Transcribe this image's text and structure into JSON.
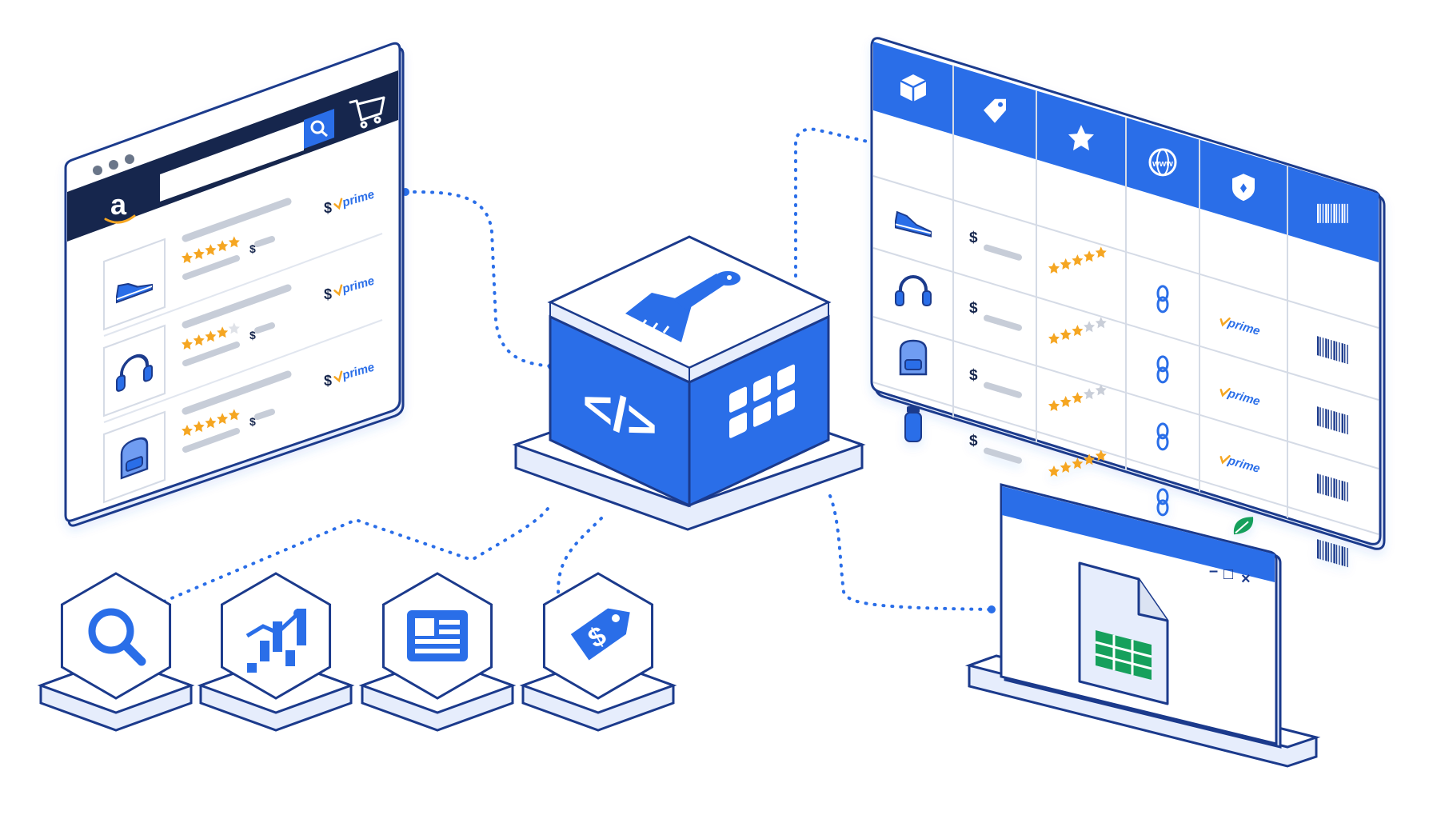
{
  "colors": {
    "primary": "#2a6ee8",
    "navy": "#15254d",
    "outline": "#1b3a8c",
    "light": "#e6edfc",
    "star": "#f5a623",
    "star_off": "#c9ced8",
    "placeholder": "#c7cdd8",
    "green": "#16a05c"
  },
  "browser": {
    "logo_text": "a",
    "icons": [
      "search-icon",
      "cart-icon"
    ],
    "products": [
      {
        "icon": "shoe-icon",
        "stars": 4.5,
        "price_symbol": "$",
        "badge": "prime"
      },
      {
        "icon": "headphones-icon",
        "stars": 3.5,
        "price_symbol": "$",
        "badge": "prime"
      },
      {
        "icon": "backpack-icon",
        "stars": 4.5,
        "price_symbol": "$",
        "badge": "prime"
      }
    ]
  },
  "table": {
    "header_icons": [
      "box-icon",
      "price-tag-icon",
      "star-icon",
      "www-globe-icon",
      "shield-icon",
      "barcode-icon"
    ],
    "www_label": "www",
    "rows": [
      {
        "icon": "shoe-icon",
        "price_symbol": "$",
        "stars": 4.5,
        "link": "chain-link-icon",
        "badge": "prime"
      },
      {
        "icon": "headphones-icon",
        "price_symbol": "$",
        "stars": 3.0,
        "link": "chain-link-icon",
        "badge": "prime"
      },
      {
        "icon": "backpack-icon",
        "price_symbol": "$",
        "stars": 3.0,
        "link": "chain-link-icon",
        "badge": "prime"
      },
      {
        "icon": "bottle-icon",
        "price_symbol": "$",
        "stars": 4.5,
        "link": "chain-link-icon",
        "badge": "leaf-icon"
      }
    ]
  },
  "badge_text": "prime",
  "hub": {
    "top_icon": "scraper-spatula-icon",
    "left_icon": "code-icon",
    "left_text": "</>",
    "right_icon": "grid-icon"
  },
  "tiles": [
    {
      "icon": "search-icon"
    },
    {
      "icon": "growth-chart-icon"
    },
    {
      "icon": "article-icon"
    },
    {
      "icon": "dollar-tag-icon",
      "symbol": "$"
    }
  ],
  "spreadsheet_window": {
    "controls": [
      "–",
      "□",
      "×"
    ],
    "file_icon": "spreadsheet-file-icon"
  }
}
